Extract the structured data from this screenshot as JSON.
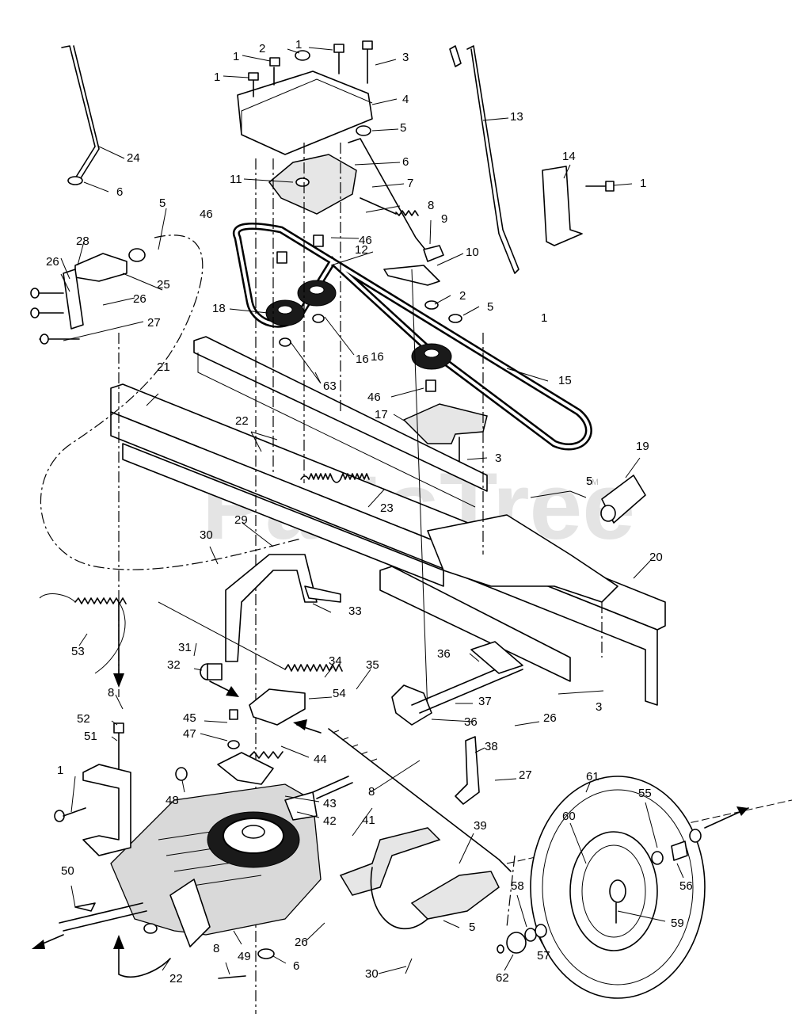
{
  "diagram": {
    "watermark": "PartsTree",
    "watermark_mark": "TM",
    "callouts": [
      "1",
      "1",
      "1",
      "1",
      "2",
      "3",
      "4",
      "5",
      "6",
      "7",
      "8",
      "9",
      "10",
      "11",
      "12",
      "13",
      "14",
      "1",
      "46",
      "46",
      "18",
      "16",
      "63",
      "2",
      "5",
      "1",
      "16",
      "46",
      "15",
      "17",
      "3",
      "21",
      "22",
      "19",
      "5",
      "23",
      "20",
      "29",
      "30",
      "33",
      "53",
      "31",
      "32",
      "34",
      "35",
      "36",
      "37",
      "3",
      "36",
      "54",
      "26",
      "8",
      "45",
      "47",
      "52",
      "51",
      "44",
      "43",
      "48",
      "42",
      "38",
      "1",
      "27",
      "8",
      "39",
      "41",
      "61",
      "55",
      "60",
      "56",
      "58",
      "59",
      "50",
      "57",
      "62",
      "22",
      "49",
      "8",
      "6",
      "30",
      "5",
      "26",
      "24",
      "6",
      "28",
      "5",
      "26",
      "25",
      "26",
      "27"
    ]
  }
}
